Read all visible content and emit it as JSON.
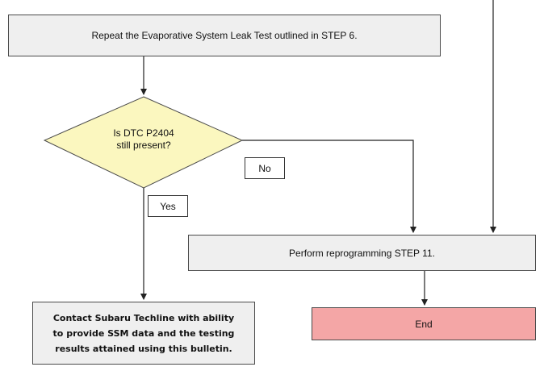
{
  "flowchart": {
    "repeat_step": "Repeat the Evaporative System Leak Test outlined in STEP 6.",
    "decision_line1": "Is DTC P2404",
    "decision_line2": "still present?",
    "label_no": "No",
    "label_yes": "Yes",
    "reprogram_step": "Perform reprogramming STEP 11.",
    "contact_line1": "Contact Subaru Techline with ability",
    "contact_line2": "to provide SSM data and the testing",
    "contact_line3": "results attained using this bulletin.",
    "end_label": "End",
    "colors": {
      "process_fill": "#efefef",
      "decision_fill": "#fbf7bf",
      "end_fill": "#f4a6a6",
      "line": "#222222"
    }
  }
}
